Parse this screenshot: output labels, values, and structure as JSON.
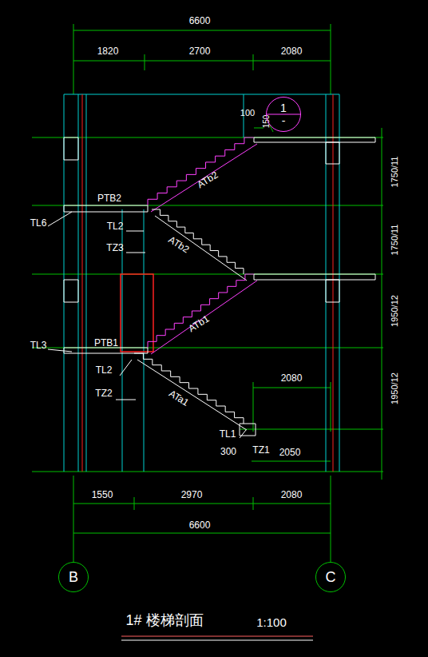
{
  "diagram": {
    "title": "1# 楼梯剖面",
    "nodes": [
      {
        "text": [
          "1",
          "-"
        ]
      },
      {
        "text": [
          "B"
        ]
      },
      {
        "text": [
          "C"
        ]
      }
    ],
    "labels": [
      "6600",
      "1820",
      "2700",
      "2080",
      "100",
      "150",
      "1750/11",
      "1750/11",
      "1950/12",
      "1950/12",
      "PTB2",
      "TL6",
      "TL2",
      "TZ3",
      "ATb2",
      "ATb2",
      "TL3",
      "PTB1",
      "ATb1",
      "TL2",
      "TZ2",
      "ATa1",
      "2080",
      "TL1",
      "300",
      "TZ1",
      "2050",
      "1550",
      "2970",
      "2080",
      "6600",
      "1:100"
    ]
  }
}
